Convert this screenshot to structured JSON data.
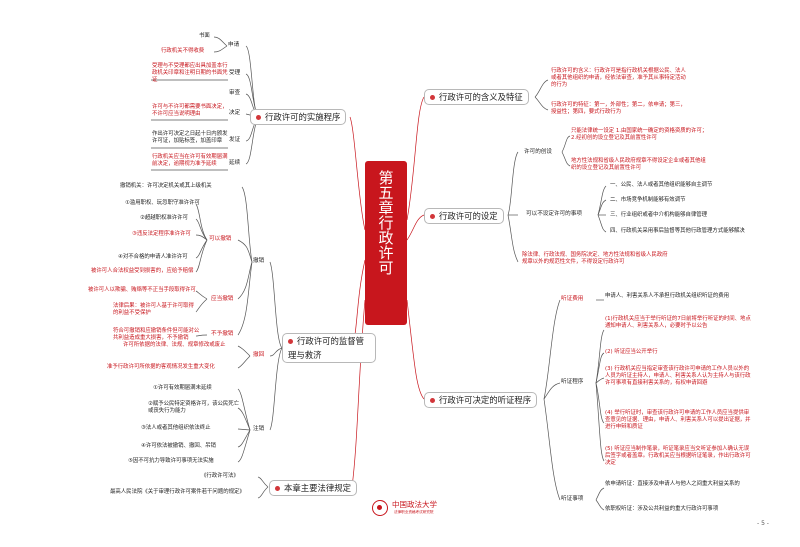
{
  "center_title": "第五章 行政许可",
  "left": {
    "procedure": {
      "title": "行政许可的实施程序",
      "steps": [
        {
          "label": "申请",
          "notes": [
            "书面",
            "行政机关不得收费"
          ]
        },
        {
          "label": "受理",
          "notes": [
            "受理与不受理都应出具加盖本行政机关印章和注明日期的书面凭证"
          ]
        },
        {
          "label": "审查",
          "notes": []
        },
        {
          "label": "决定",
          "notes": [
            "许可与不许可都需要书面决定，不许可应当说明理由"
          ]
        },
        {
          "label": "发证",
          "notes": [
            "作出许可决定之日起十日内颁发许可证，加贴标签，加盖印章"
          ]
        },
        {
          "label": "延续",
          "notes": [
            "行政机关应当在许可有效期届满前决定，逾期视为准予延续"
          ]
        }
      ]
    },
    "supervision": {
      "title": "行政许可的监督管理与救济",
      "revoke": {
        "label": "撤销",
        "organ": "撤销机关：许可决定机关或其上级机关",
        "can_revoke_label": "可以撤销",
        "can_revoke_items": [
          "①滥用职权、玩忽职守准许许可",
          "②超越职权准许许可",
          "③违反法定程序准许许可",
          "④对不合格的申请人准许许可"
        ],
        "can_note": "被许可人合法权益受到损害的，应给予赔偿",
        "should_label": "应当撤销",
        "should_items": [
          "被许可人以欺骗、贿赂等不正当手段取得许可",
          "法律后果：被许可人基于许可取得的利益不受保护"
        ],
        "not_label": "不予撤销",
        "not_note": "符合可撤销和应撤销条件但可能对公共利益造成重大损害，不予撤销"
      },
      "withdraw": {
        "label": "撤回",
        "items": [
          "许可所依据的法律、法规、规章修改或废止",
          "准予行政许可所依据的客观情况发生重大变化"
        ]
      },
      "cancel": {
        "label": "注销",
        "items": [
          "①许可有效期届满未延续",
          "②赋予公民特定资格许可，该公民死亡或丧失行为能力",
          "③法人或者其他组织依法终止",
          "④许可依法被撤销、撤回、吊销",
          "⑤因不可抗力导致许可事项无法实施"
        ]
      }
    },
    "laws": {
      "title": "本章主要法律规定",
      "items": [
        "《行政许可法》",
        "最高人民法院《关于审理行政许可案件若干问题的规定》"
      ]
    }
  },
  "right": {
    "meaning": {
      "title": "行政许可的含义及特征",
      "items": [
        "行政许可的含义：行政许可是指行政机关根据公民、法人或者其他组织的申请，经依法审查，准予其从事特定活动的行为",
        "行政许可的特征：第一，外部性；第二，依申请；第三，授益性；第四，要式行政行为"
      ]
    },
    "setting": {
      "title": "行政许可的设定",
      "creation_label": "许可的创设",
      "creation_items": [
        "只能法律统一设定   1.由国家统一确定的资格资质的许可；2.经初创的设立登记及其前置性许可",
        "地方性法规和省级人民政府规章不得设定企业或者其他组织的设立登记及其前置性许可"
      ],
      "no_setting_label": "可以不设定许可的事项",
      "no_setting_items": [
        "一、公民、法人或者其他组织能够自主调节",
        "二、市场竞争机制能够有效调节",
        "三、行业组织或者中介机构能够自律管理",
        "四、行政机关采用事后监督等其他行政管理方式能够解决"
      ],
      "note": "除法律、行政法规、国务院决定、地方性法规和省级人民政府规章以外的规范性文件，不得设定行政许可"
    },
    "hearing": {
      "title": "行政许可决定的听证程序",
      "fee_label": "听证费用",
      "fee_text": "申请人、利害关系人不承担行政机关组织听证的费用",
      "procedure_label": "听证程序",
      "procedure_items": [
        "(1)行政机关应当于举行听证的7日前将举行听证的时间、地点通知申请人、利害关系人，必要时予以公告",
        "(2) 听证应当公开举行",
        "(3) 行政机关应当指定审查该行政许可申请的工作人员以外的人员为听证主持人，申请人、利害关系人认为主持人与该行政许可事项有直接利害关系的，有权申请回避",
        "(4) 举行听证时，审查该行政许可申请的工作人员应当提供审查意见的证据、理由，申请人、利害关系人可以提出证据，并进行申辩和质证",
        "(5) 听证应当制作笔录，听证笔录应当交听证参加人确认无误后签字或者盖章。行政机关应当根据听证笔录，作出行政许可决定"
      ],
      "matters_label": "听证事项",
      "matters_items": [
        "依申请听证：直接涉及申请人与他人之间重大利益关系的",
        "依职权听证：涉及公共利益的重大行政许可事项"
      ]
    }
  },
  "logo": {
    "name": "中国政法大学",
    "sub": "法律职业资格考试研究院"
  },
  "page_number": "- 5 -"
}
